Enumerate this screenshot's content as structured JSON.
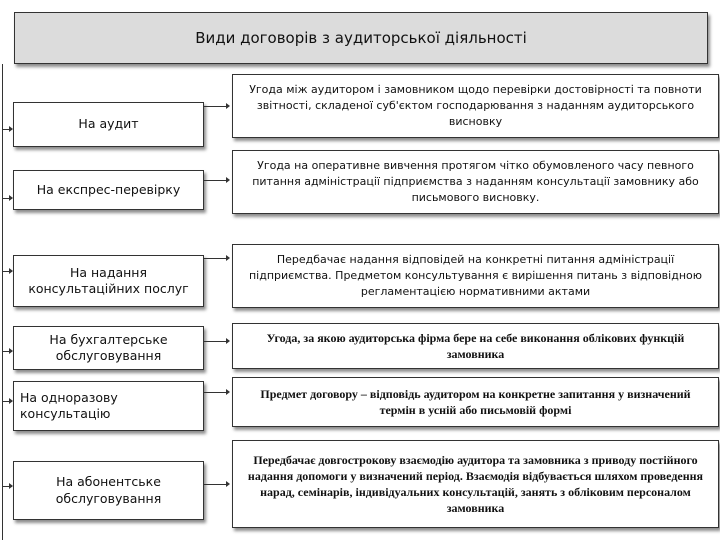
{
  "title": "Види договорів з аудиторської діяльності",
  "types": [
    {
      "label": "На аудит",
      "description": "Угода між аудитором і замовником щодо перевірки достовірності та повноти звітності, складеної суб'єктом господарювання з наданням аудиторського висновку"
    },
    {
      "label": "На експрес-перевірку",
      "description": "Угода на оперативне вивчення протягом чітко обумовленого часу певного питання адміністрації підприємства з наданням консультації замовнику або письмового висновку."
    },
    {
      "label": "На надання консультаційних послуг",
      "description": "Передбачає надання відповідей на конкретні питання адміністрації підприємства. Предметом консультування є вирішення питань з відповідною регламентацією нормативними актами"
    },
    {
      "label": "На бухгалтерське обслуговування",
      "description": "Угода, за якою аудиторська фірма бере на себе виконання облікових функцій замовника"
    },
    {
      "label": "На одноразову консультацію",
      "description": "Предмет договору – відповідь аудитором на конкретне запитання у визначений термін в усній або письмовій формі"
    },
    {
      "label": "На абонентське обслуговування",
      "description": "Передбачає довгострокову взаємодію аудитора та замовника з приводу постійного надання допомоги у визначений період. Взаємодія відбувається шляхом проведення нарад, семінарів, індивідуальних консультацій, занять з обліковим персоналом замовника"
    }
  ]
}
